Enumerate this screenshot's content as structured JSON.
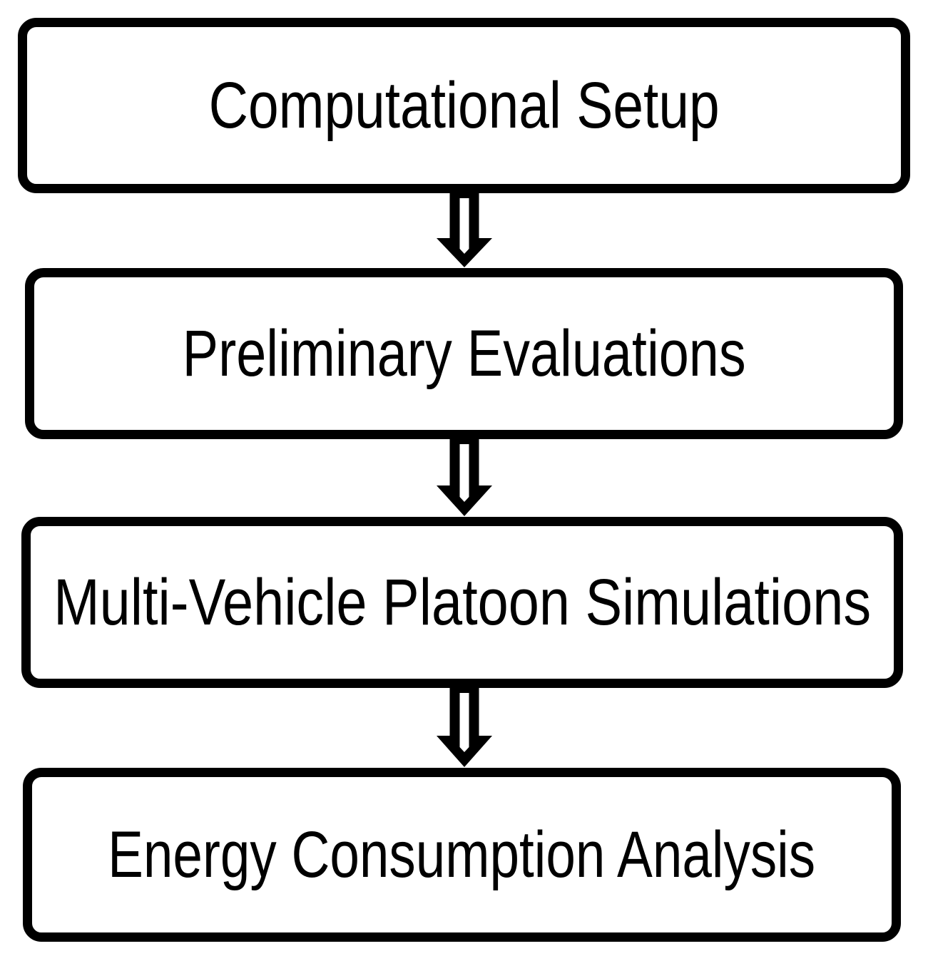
{
  "diagram": {
    "type": "flowchart",
    "orientation": "vertical-top-to-bottom",
    "title": "",
    "background_color": "#ffffff",
    "stroke_color": "#000000",
    "fill_color": "#ffffff",
    "node_shape": "rounded-rectangle",
    "connector_style": "hollow-block-down-arrow",
    "nodes": [
      {
        "id": "node-1",
        "label": "Computational Setup"
      },
      {
        "id": "node-2",
        "label": "Preliminary Evaluations"
      },
      {
        "id": "node-3",
        "label": "Multi-Vehicle Platoon Simulations"
      },
      {
        "id": "node-4",
        "label": "Energy Consumption Analysis"
      }
    ],
    "connectors": [
      {
        "id": "arrow-1",
        "from": "node-1",
        "to": "node-2",
        "icon": "down-arrow-icon"
      },
      {
        "id": "arrow-2",
        "from": "node-2",
        "to": "node-3",
        "icon": "down-arrow-icon"
      },
      {
        "id": "arrow-3",
        "from": "node-3",
        "to": "node-4",
        "icon": "down-arrow-icon"
      }
    ]
  }
}
